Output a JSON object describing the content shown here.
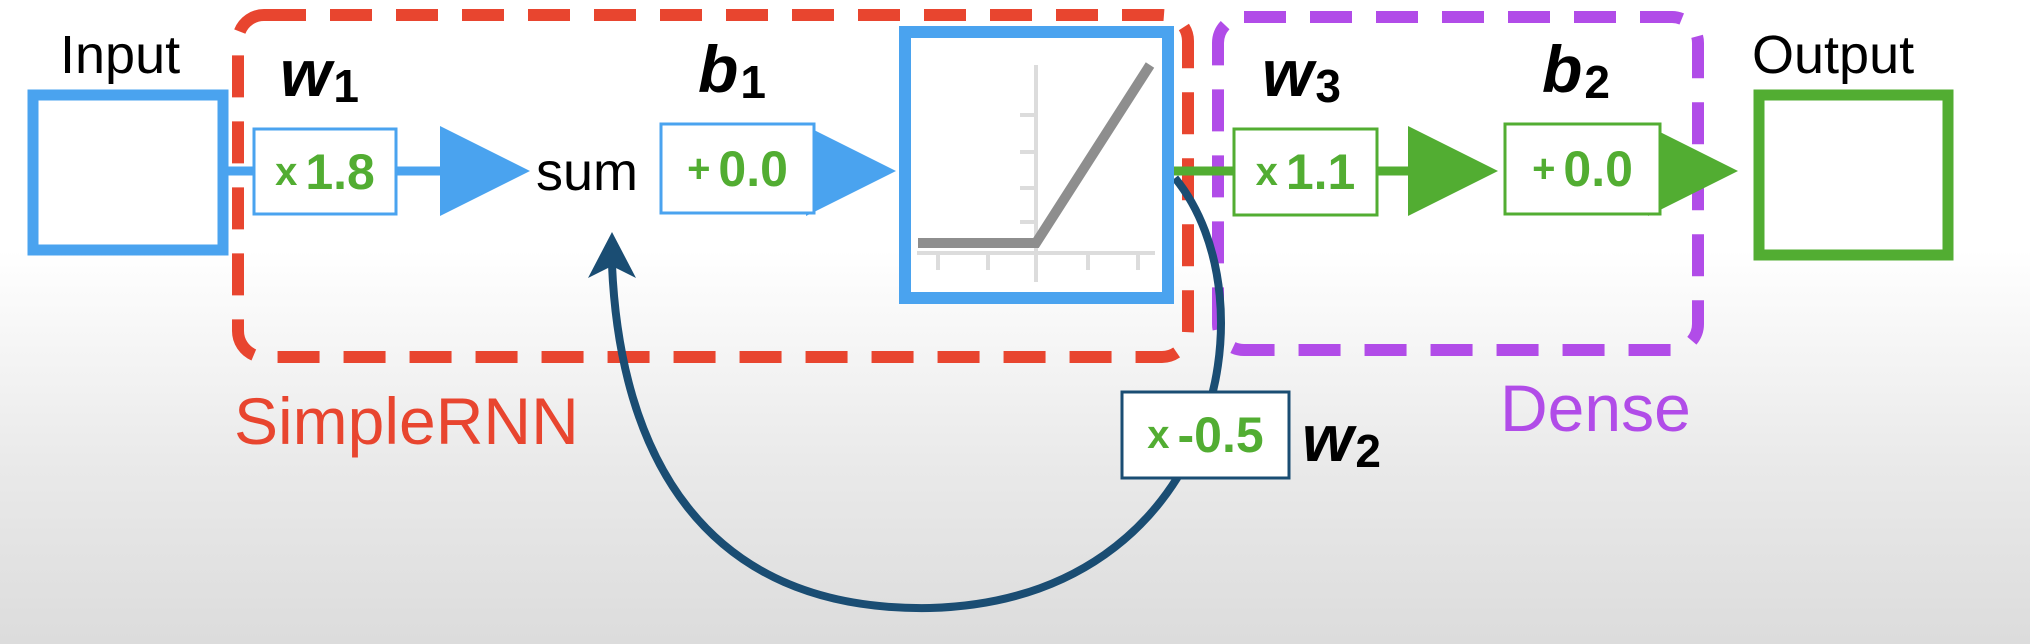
{
  "labels": {
    "input": "Input",
    "output": "Output",
    "sum": "sum",
    "simplernn": "SimpleRNN",
    "dense": "Dense"
  },
  "weights": {
    "w1": {
      "symbol": "w",
      "index": "1",
      "operator": "x",
      "value": "1.8"
    },
    "b1": {
      "symbol": "b",
      "index": "1",
      "operator": "+",
      "value": "0.0"
    },
    "w2": {
      "symbol": "w",
      "index": "2",
      "operator": "x",
      "value": "-0.5"
    },
    "w3": {
      "symbol": "w",
      "index": "3",
      "operator": "x",
      "value": "1.1"
    },
    "b2": {
      "symbol": "b",
      "index": "2",
      "operator": "+",
      "value": "0.0"
    }
  },
  "colors": {
    "blue": "#4aa3ef",
    "green": "#52ad32",
    "red_dashed": "#e8452f",
    "purple_dashed": "#b14ce8",
    "loop_arrow": "#1a4d73",
    "activation_curve": "#8e8e8e"
  },
  "icons": [
    "relu-activation-icon"
  ]
}
